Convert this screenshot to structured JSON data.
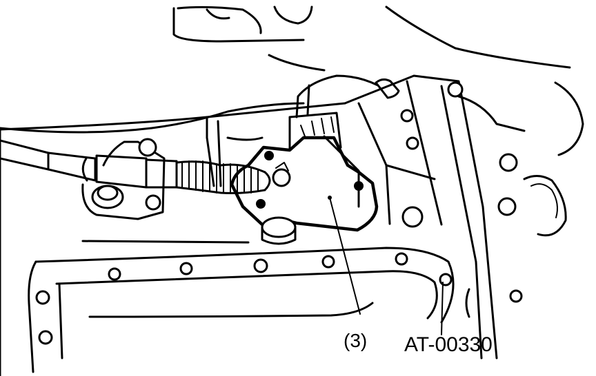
{
  "figure": {
    "callouts": [
      {
        "id": "part-3",
        "text": "(3)"
      }
    ],
    "figure_code": "AT-00330"
  },
  "colors": {
    "ink": "#000000",
    "paper": "#ffffff"
  }
}
